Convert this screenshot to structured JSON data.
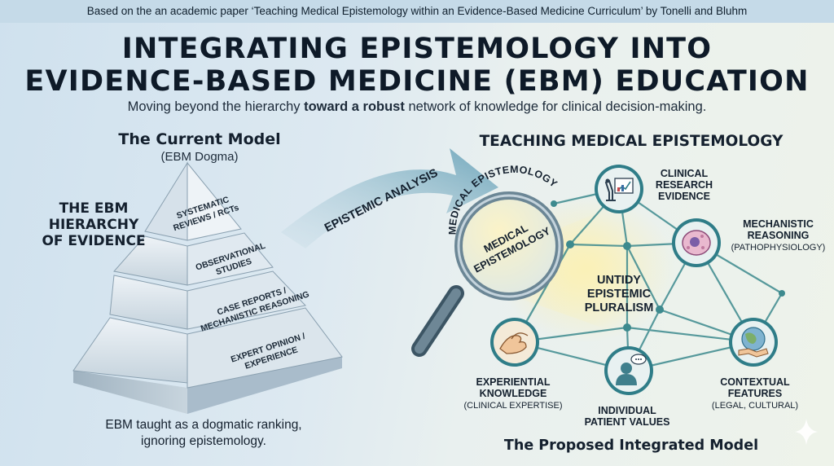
{
  "citation": "Based on the an academic paper ‘Teaching Medical Epistemology within an Evidence-Based Medicine Curriculum’ by Tonelli and Bluhm",
  "title_line1": "INTEGRATING EPISTEMOLOGY INTO",
  "title_line2": "EVIDENCE-BASED MEDICINE (EBM) EDUCATION",
  "subtitle": {
    "pre": "Moving beyond the hierarchy ",
    "bold": "toward a robust",
    "post": " network of knowledge for clinical decision-making."
  },
  "left": {
    "heading": "The Current Model",
    "subheading": "(EBM Dogma)",
    "hierarchy_label": [
      "THE EBM",
      "HIERARCHY",
      "OF EVIDENCE"
    ],
    "pyramid_levels": [
      [
        "SYSTEMATIC",
        "REVIEWS / RCTs"
      ],
      [
        "OBSERVATIONAL",
        "STUDIES"
      ],
      [
        "CASE REPORTS /",
        "MECHANISTIC REASONING"
      ],
      [
        "EXPERT OPINION /",
        "EXPERIENCE"
      ]
    ],
    "caption_line1": "EBM taught as a dogmatic ranking,",
    "caption_line2": "ignoring epistemology."
  },
  "arrow_label": "EPISTEMIC ANALYSIS",
  "right": {
    "heading": "TEACHING MEDICAL EPISTEMOLOGY",
    "magnifier_ring_label": "MEDICAL EPISTEMOLOGY",
    "magnifier_lens_line1": "MEDICAL",
    "magnifier_lens_line2": "EPISTEMOLOGY",
    "center_label": [
      "UNTIDY",
      "EPISTEMIC",
      "PLURALISM"
    ],
    "nodes": {
      "clinical": {
        "title": [
          "CLINICAL",
          "RESEARCH",
          "EVIDENCE"
        ],
        "icon": "microscope-chart-icon"
      },
      "mechanistic": {
        "title": [
          "MECHANISTIC",
          "REASONING"
        ],
        "sub": "(PATHOPHYSIOLOGY)",
        "icon": "cell-icon"
      },
      "experiential": {
        "title": [
          "EXPERIENTIAL",
          "KNOWLEDGE"
        ],
        "sub": "(CLINICAL EXPERTISE)",
        "icon": "hands-icon"
      },
      "individual": {
        "title": [
          "INDIVIDUAL",
          "PATIENT VALUES"
        ],
        "icon": "patient-thought-icon"
      },
      "contextual": {
        "title": [
          "CONTEXTUAL",
          "FEATURES"
        ],
        "sub": "(LEGAL, CULTURAL)",
        "icon": "globe-handshake-icon"
      }
    },
    "footer": "The Proposed Integrated Model"
  },
  "colors": {
    "node_teal": "#2f7d88",
    "network_line": "#3d8a8e",
    "lens_glow": "#f3e7a4",
    "arrow": "#7fb0c2"
  }
}
